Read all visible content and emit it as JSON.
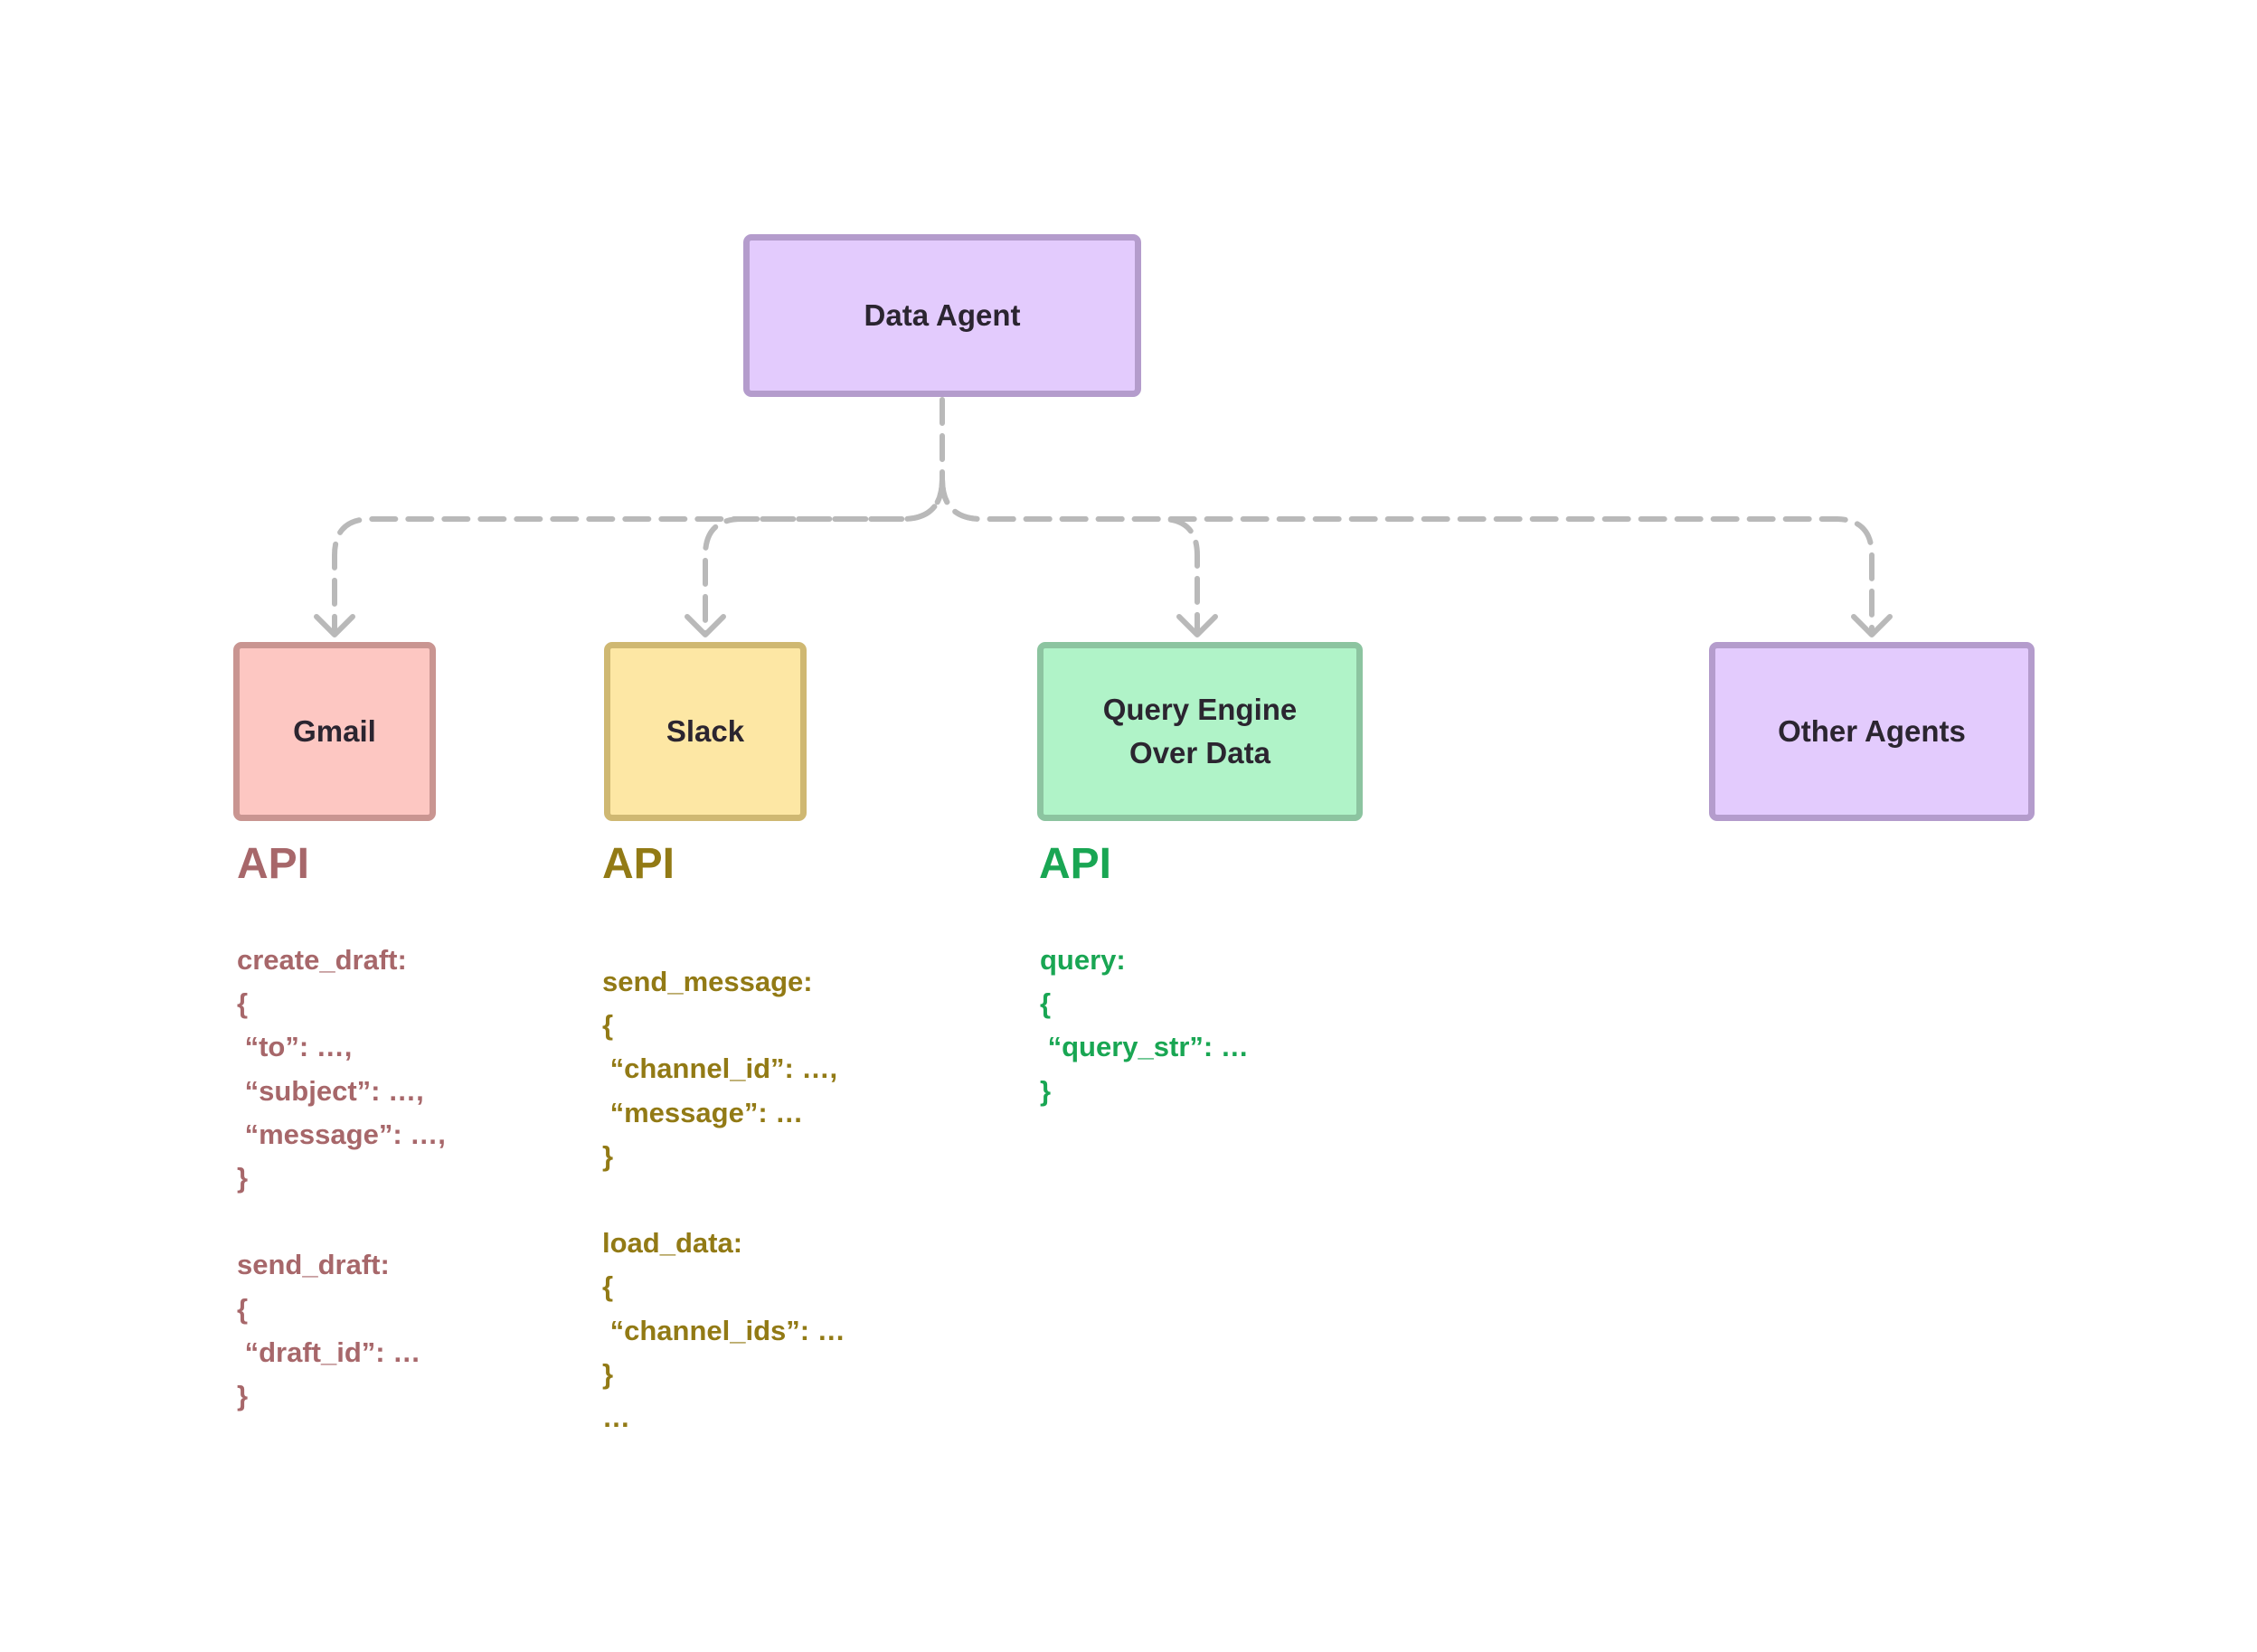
{
  "diagram": {
    "root": {
      "label": "Data Agent"
    },
    "children": [
      {
        "label": "Gmail",
        "color": "#fdc7c2",
        "border": "#c99591"
      },
      {
        "label": "Slack",
        "color": "#fde7a4",
        "border": "#cfb872"
      },
      {
        "label": "Query Engine\nOver Data",
        "color": "#b0f3c8",
        "border": "#8cc4a0"
      },
      {
        "label": "Other Agents",
        "color": "#e3cbfd",
        "border": "#b49ccc"
      }
    ],
    "edges": [
      {
        "from": "Data Agent",
        "to": "Gmail",
        "style": "dashed-arrow"
      },
      {
        "from": "Data Agent",
        "to": "Slack",
        "style": "dashed-arrow"
      },
      {
        "from": "Data Agent",
        "to": "Query Engine Over Data",
        "style": "dashed-arrow"
      },
      {
        "from": "Data Agent",
        "to": "Other Agents",
        "style": "dashed-arrow"
      }
    ],
    "connector_color": "#b9b9b9"
  },
  "apis": {
    "gmail": {
      "heading": "API",
      "color": "#a7676a",
      "lines": "create_draft:\n{\n “to”: …,\n “subject”: …,\n “message”: …,\n}\n\nsend_draft:\n{\n “draft_id”: …\n}"
    },
    "slack": {
      "heading": "API",
      "color": "#927a15",
      "lines": "send_message:\n{\n “channel_id”: …,\n “message”: …\n}\n\nload_data:\n{\n “channel_ids”: …\n}\n…"
    },
    "query": {
      "heading": "API",
      "color": "#19a653",
      "lines": "query:\n{\n “query_str”: …\n}"
    }
  }
}
